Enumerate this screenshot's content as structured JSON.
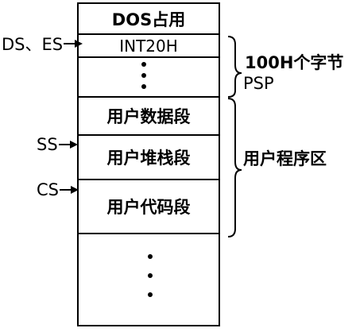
{
  "memory_blocks": {
    "dos": "DOS占用",
    "int20h": "INT20H",
    "data_segment": "用户数据段",
    "stack_segment": "用户堆栈段",
    "code_segment": "用户代码段"
  },
  "pointers": {
    "ds_es": "DS、ES",
    "ss": "SS",
    "cs": "CS"
  },
  "braces": {
    "psp_line1": "100H个字节",
    "psp_line2": "PSP",
    "program_area": "用户程序区"
  },
  "icons": {
    "pointer_arrow": "arrow-right-icon",
    "ellipsis": "vertical-ellipsis-icon",
    "brace": "right-brace-icon"
  },
  "colors": {
    "ink": "#000000",
    "background": "#ffffff"
  }
}
